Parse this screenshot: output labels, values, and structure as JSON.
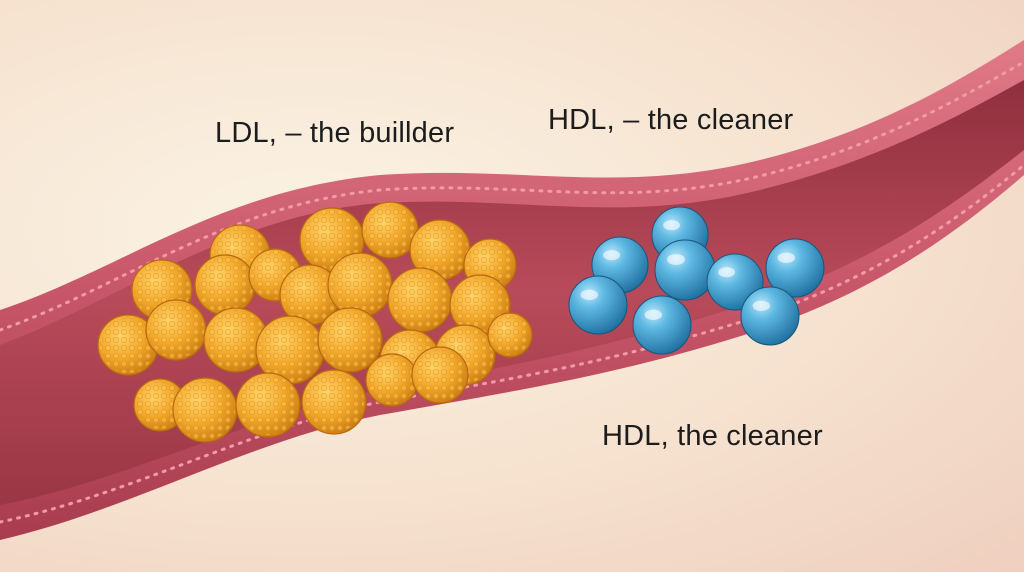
{
  "labels": {
    "ldl": "LDL, – the buillder",
    "hdl_top": "HDL, – the cleaner",
    "hdl_bottom": "HDL, the cleaner"
  },
  "colors": {
    "vessel_wall": "#c8566a",
    "vessel_lumen": "#b24553",
    "ldl_particle": "#f2a62a",
    "hdl_particle": "#3f9fd0"
  }
}
